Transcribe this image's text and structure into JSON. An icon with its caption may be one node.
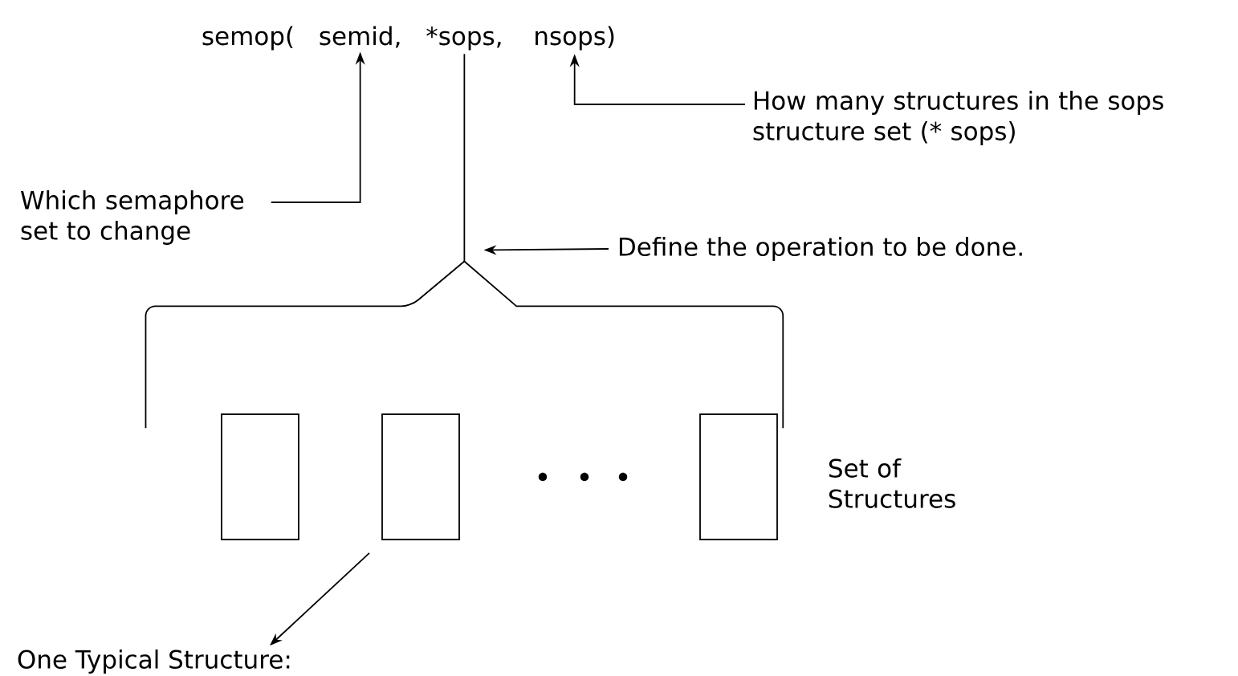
{
  "diagram": {
    "nodes": [
      {
        "text": [
          "semop("
        ]
      },
      {
        "text": [
          "semid,"
        ]
      },
      {
        "text": [
          "*sops,"
        ]
      },
      {
        "text": [
          "nsops)"
        ]
      },
      {
        "text": [
          "How many structures in the sops structure set (* sops)"
        ]
      },
      {
        "text": [
          "Which semaphore set to change"
        ]
      },
      {
        "text": [
          "Define the operation to be done."
        ]
      },
      {
        "text": [],
        "shape": "brace"
      },
      {
        "text": [],
        "shape": "box"
      },
      {
        "text": [],
        "shape": "box"
      },
      {
        "text": [],
        "shape": "box"
      },
      {
        "text": [
          "One Typical Structure:"
        ]
      }
    ],
    "edges": [
      {
        "from": 5,
        "to": 1,
        "arrow": "to"
      },
      {
        "from": 4,
        "to": 3,
        "arrow": "to"
      },
      {
        "from": 2,
        "to": 7,
        "arrow": "none"
      },
      {
        "from": 6,
        "to": 7,
        "arrow": "to"
      },
      {
        "from": 9,
        "to": 11,
        "arrow": "to"
      }
    ],
    "labels": [
      "Set of Structures"
    ]
  }
}
